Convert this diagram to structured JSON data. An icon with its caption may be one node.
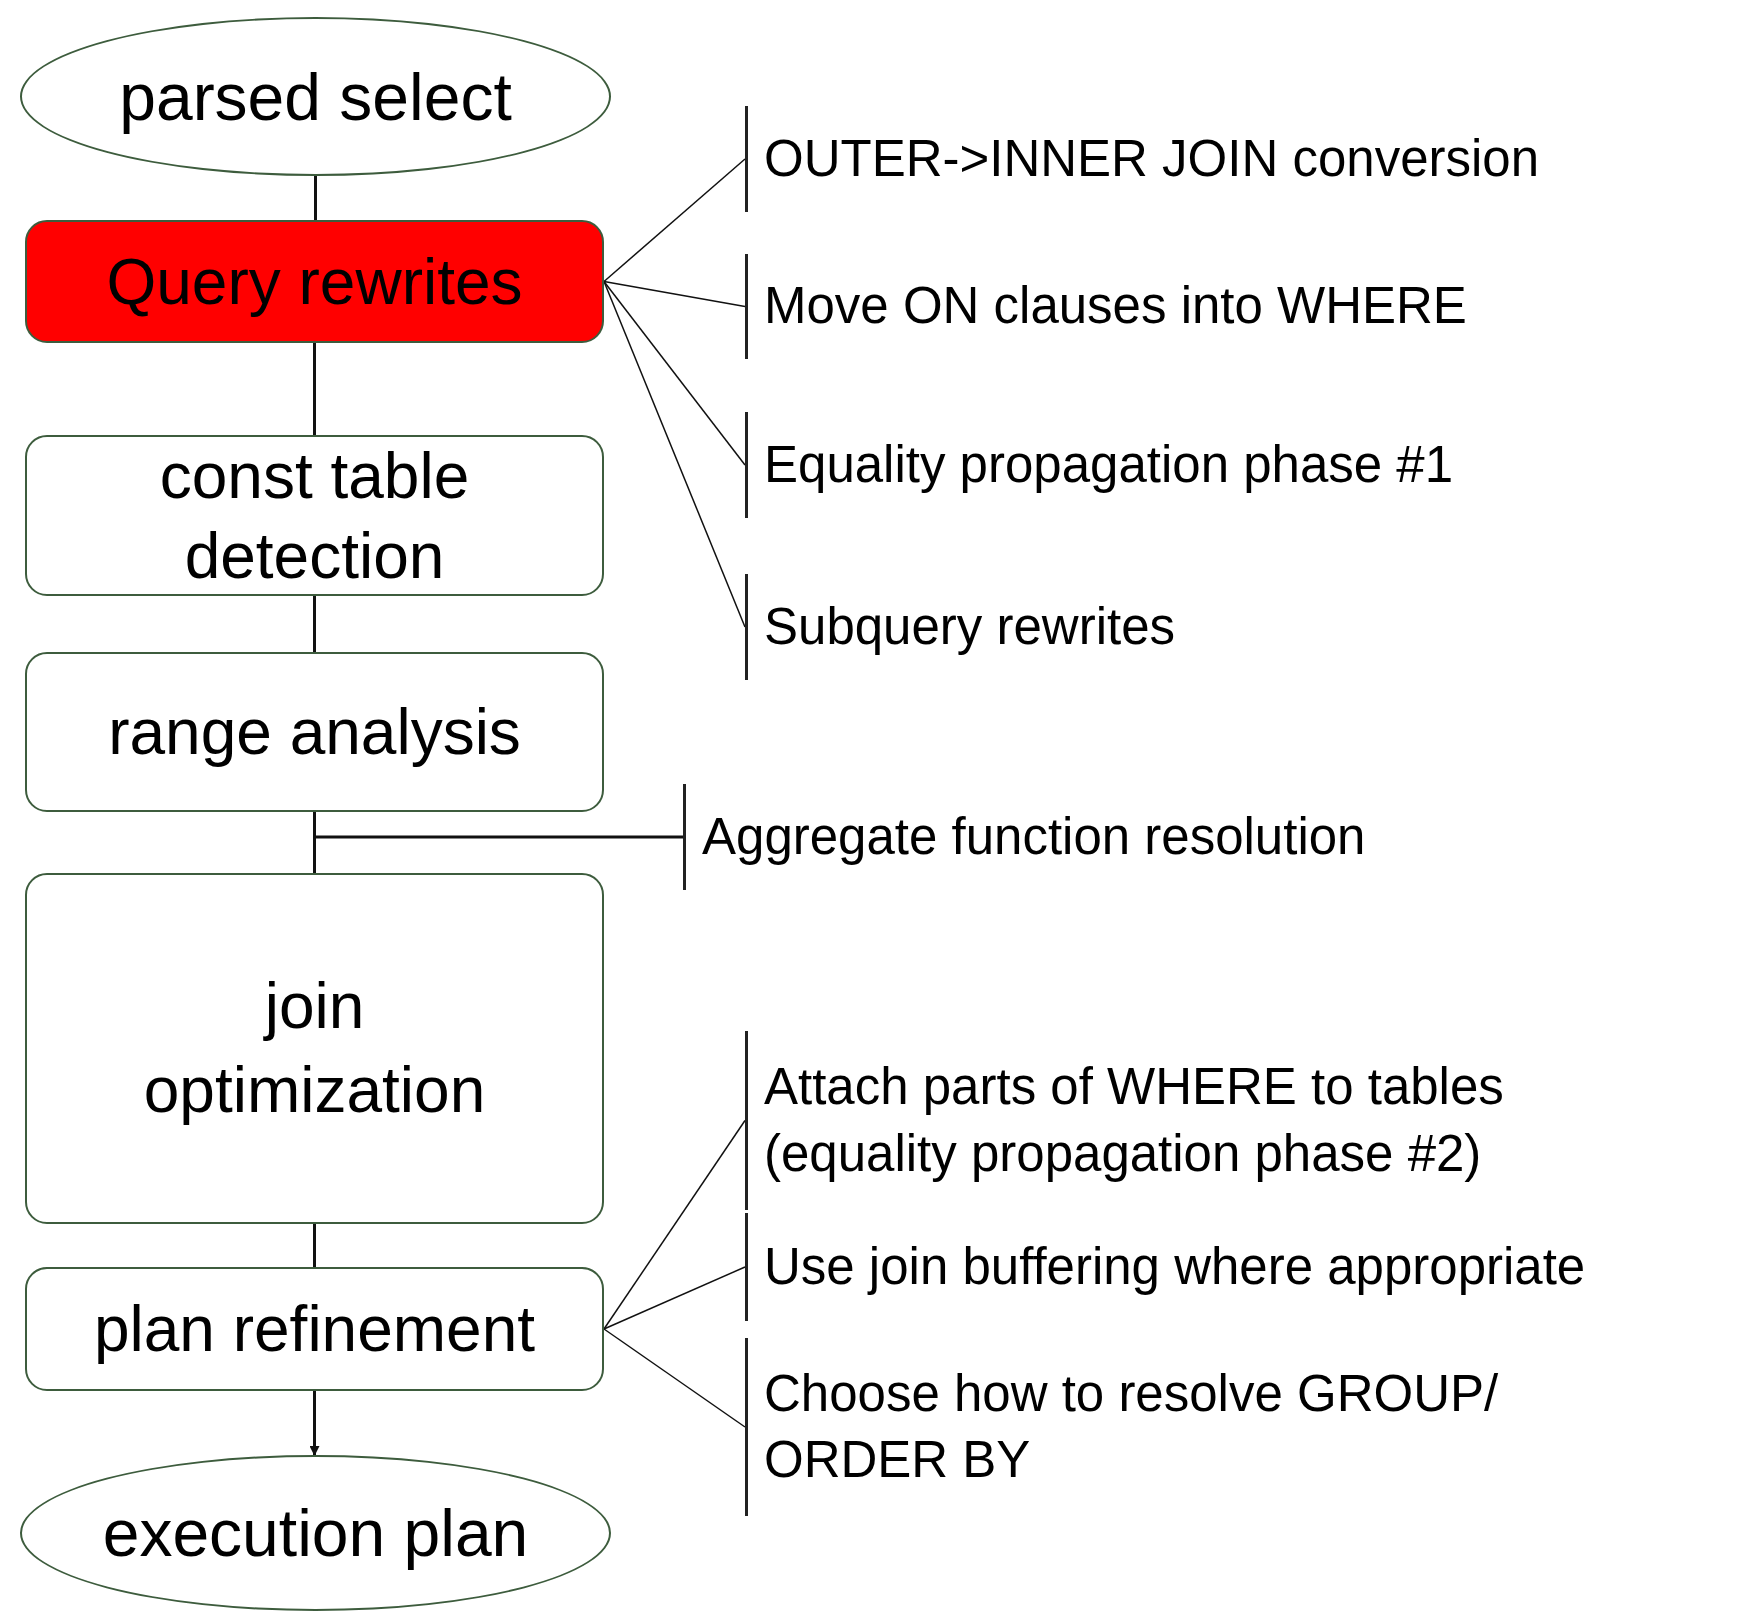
{
  "diagram": {
    "nodes": [
      {
        "text": [
          "parsed select"
        ]
      },
      {
        "text": [
          "Query rewrites"
        ]
      },
      {
        "text": [
          "const table detection"
        ]
      },
      {
        "text": [
          "range analysis"
        ]
      },
      {
        "text": [
          "join optimization"
        ]
      },
      {
        "text": [
          "plan refinement"
        ]
      },
      {
        "text": [
          "execution plan"
        ]
      },
      {
        "text": [
          "OUTER->INNER JOIN conversion"
        ]
      },
      {
        "text": [
          "Move ON clauses into WHERE"
        ]
      },
      {
        "text": [
          "Equality propagation phase #1"
        ]
      },
      {
        "text": [
          "Subquery rewrites"
        ]
      },
      {
        "text": [
          "Aggregate function resolution"
        ]
      },
      {
        "text": [
          "Attach parts of WHERE to tables (equality propagation phase #2)"
        ]
      },
      {
        "text": [
          "Use join buffering where appropriate"
        ]
      },
      {
        "text": [
          "Choose how to resolve GROUP/ ORDER BY"
        ]
      }
    ],
    "edges": [
      {
        "from": 0,
        "to": 1,
        "arrow": "none"
      },
      {
        "from": 1,
        "to": 2,
        "arrow": "none"
      },
      {
        "from": 2,
        "to": 3,
        "arrow": "none"
      },
      {
        "from": 3,
        "to": 4,
        "arrow": "none"
      },
      {
        "from": 4,
        "to": 5,
        "arrow": "none"
      },
      {
        "from": 5,
        "to": 6,
        "arrow": "to"
      },
      {
        "from": 1,
        "to": 7,
        "arrow": "none"
      },
      {
        "from": 1,
        "to": 8,
        "arrow": "none"
      },
      {
        "from": 1,
        "to": 9,
        "arrow": "none"
      },
      {
        "from": 1,
        "to": 10,
        "arrow": "none"
      },
      {
        "from": null,
        "to": 11,
        "arrow": "none"
      },
      {
        "from": 5,
        "to": 12,
        "arrow": "none"
      },
      {
        "from": 5,
        "to": 13,
        "arrow": "none"
      },
      {
        "from": 5,
        "to": 14,
        "arrow": "none"
      }
    ]
  }
}
